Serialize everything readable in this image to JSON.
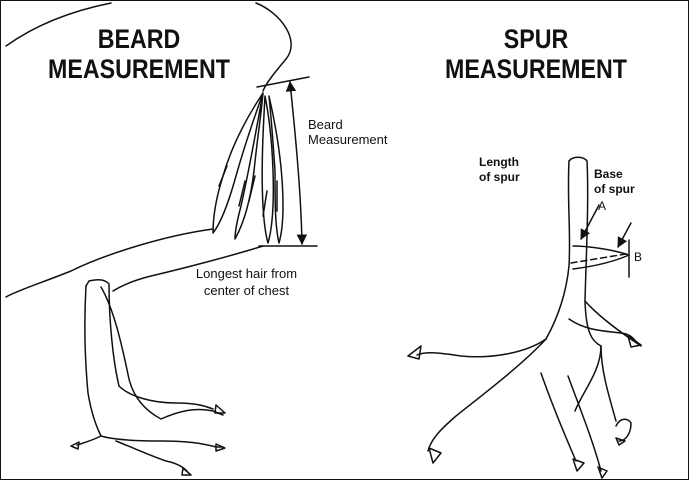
{
  "beard_panel": {
    "title_line1": "BEARD",
    "title_line2": "MEASUREMENT",
    "measure_label_line1": "Beard",
    "measure_label_line2": "Measurement",
    "note_line1": "Longest hair from",
    "note_line2": "center of chest"
  },
  "spur_panel": {
    "title_line1": "SPUR",
    "title_line2": "MEASUREMENT",
    "length_label_line1": "Length",
    "length_label_line2": "of spur",
    "base_label_line1": "Base",
    "base_label_line2": "of spur",
    "point_a": "A",
    "point_b": "B"
  },
  "colors": {
    "ink": "#111111",
    "background": "#ffffff"
  }
}
